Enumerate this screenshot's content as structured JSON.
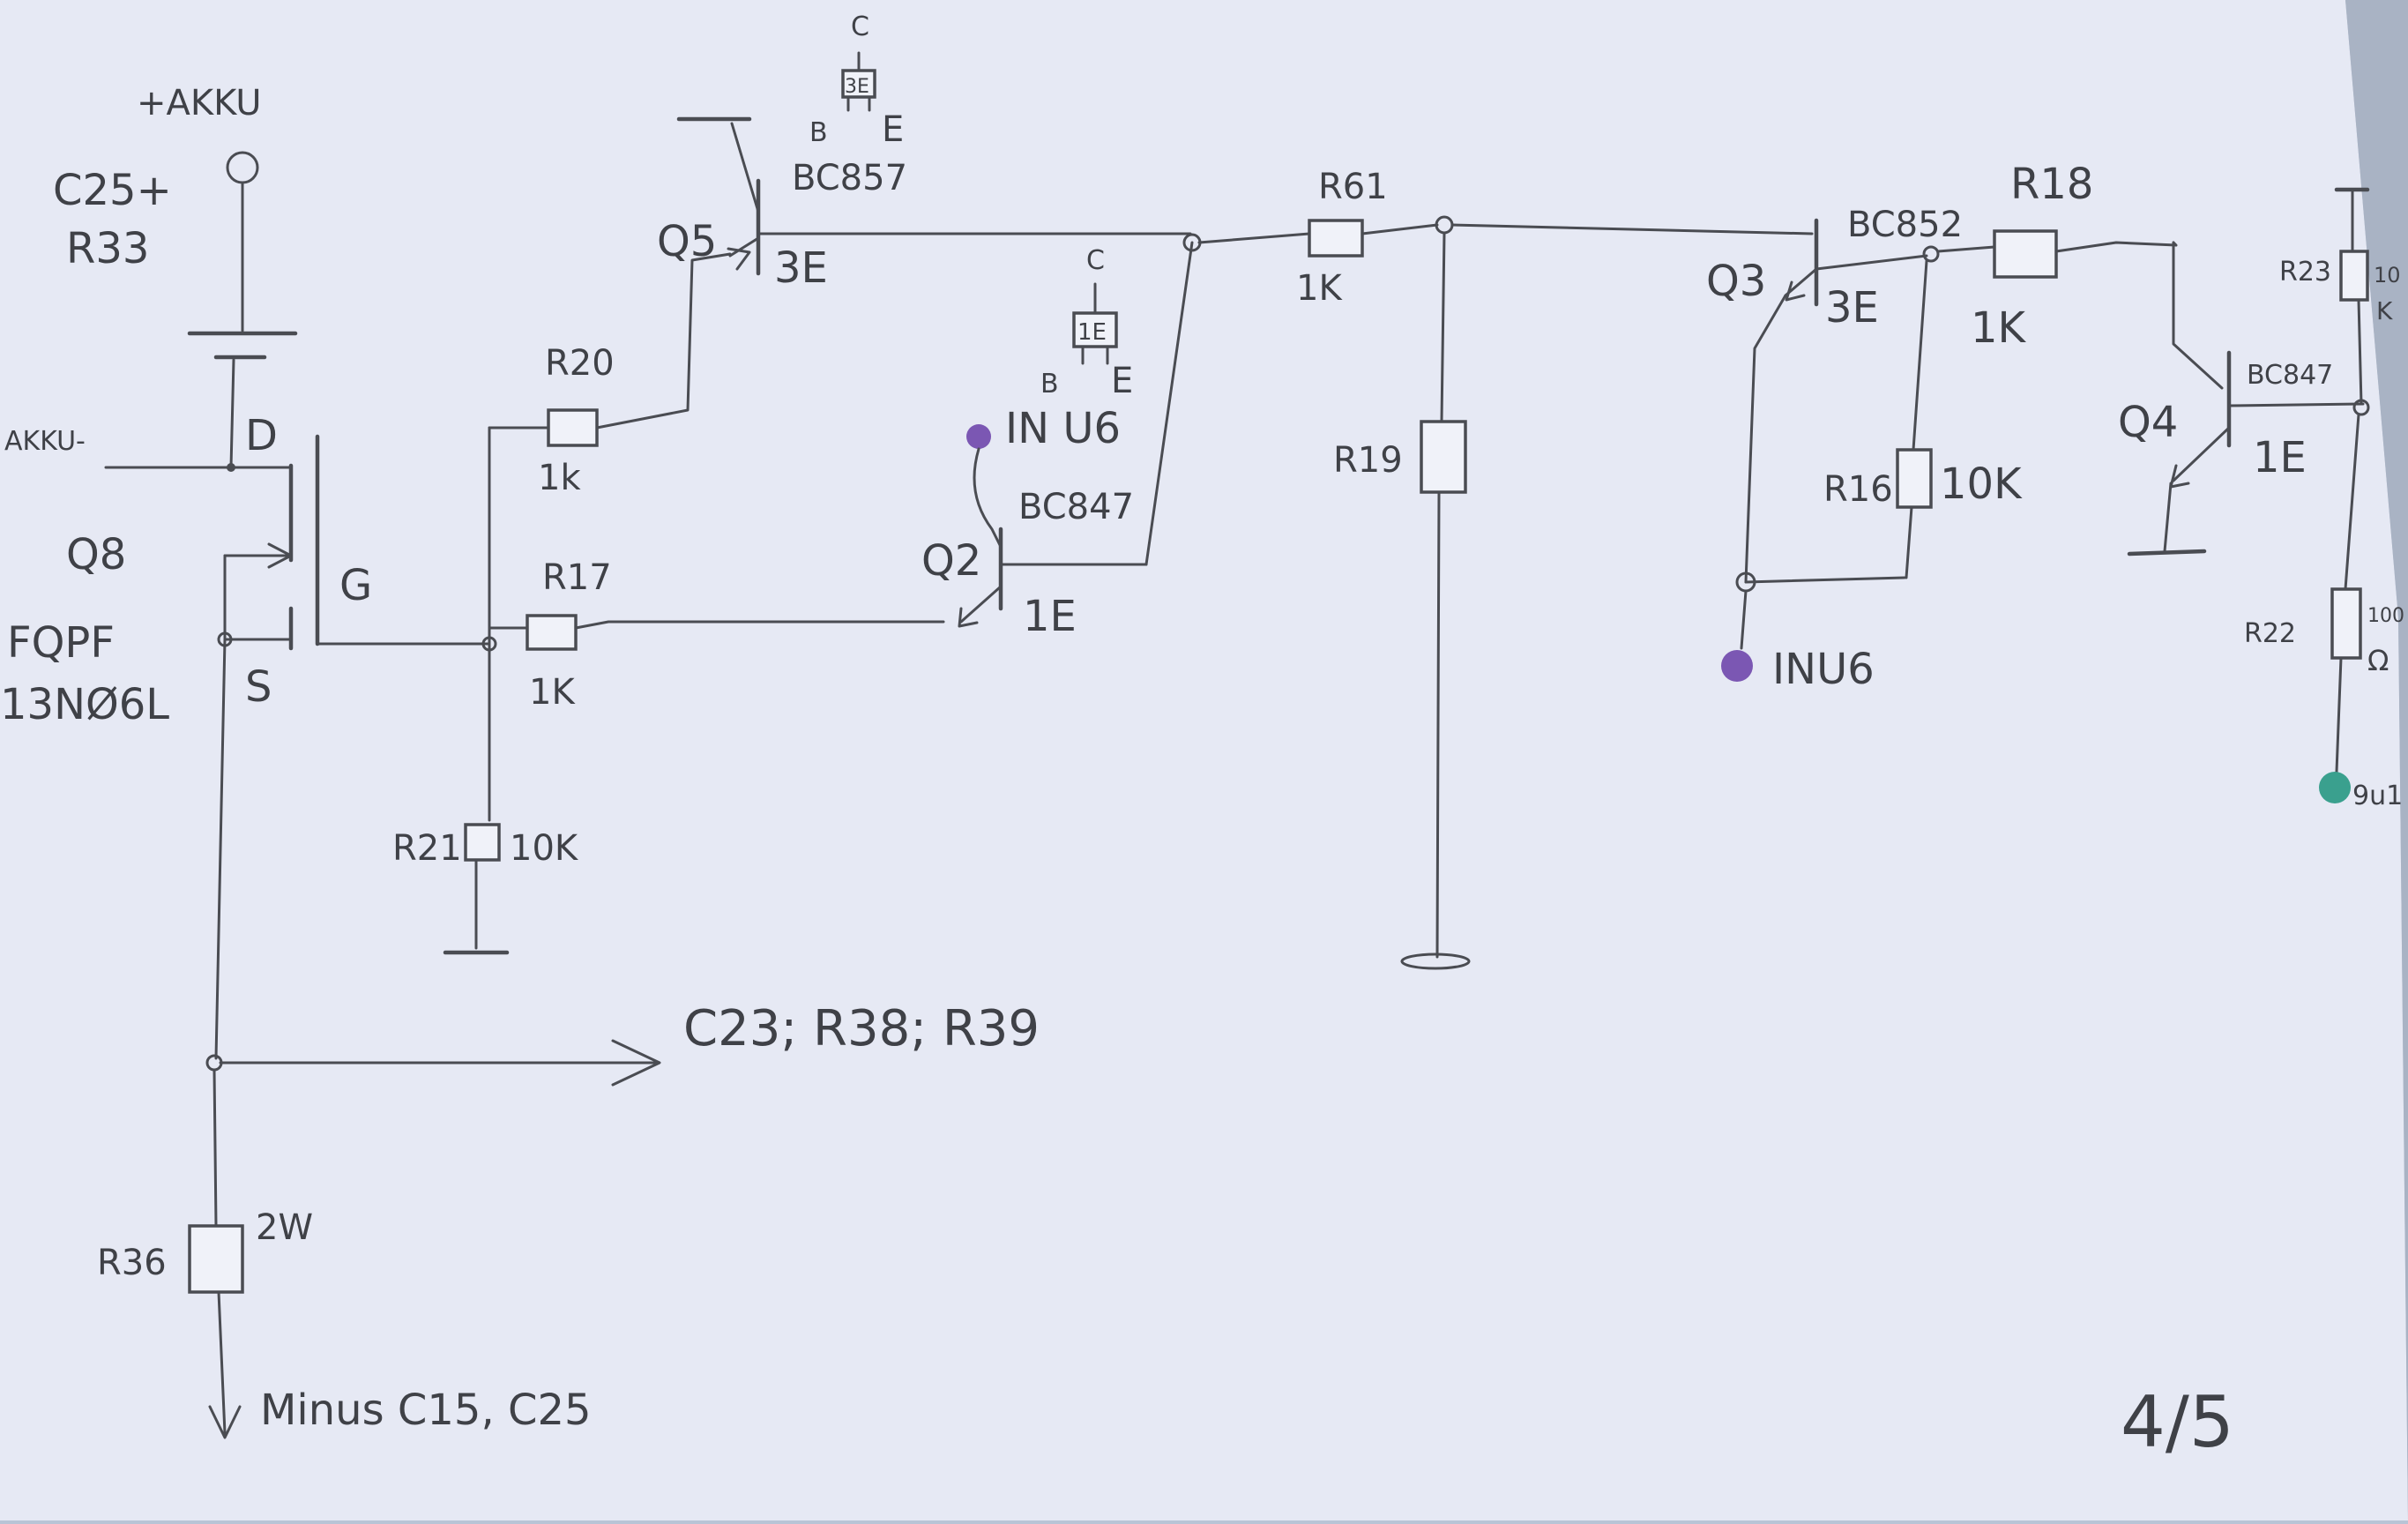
{
  "colors": {
    "paper": "#e6e9f4",
    "pencil": "#4a4c52",
    "purple_pad": "#7b57b3",
    "teal_pad": "#3aa08e"
  },
  "labels": {
    "akku_plus": "+AKKU",
    "c25_plus": "C25+",
    "r33": "R33",
    "akku_minus": "AKKU-",
    "drain": "D",
    "q8": "Q8",
    "q8_type_1": "FQPF",
    "q8_type_2": "13NØ6L",
    "gate": "G",
    "source": "S",
    "r20": "R20",
    "r20_val": "1k",
    "r17": "R17",
    "r17_val": "1K",
    "r21": "R21",
    "r21_val": "10K",
    "q5": "Q5",
    "q5_code": "3E",
    "q5_type": "BC857",
    "q5_pkg_c": "C",
    "q5_pkg_code": "3E",
    "q5_pkg_b": "B",
    "q5_pkg_e": "E",
    "q2_pkg_c": "C",
    "q2_pkg_code": "1E",
    "q2_pkg_b": "B",
    "q2_pkg_e": "E",
    "in_u6_left": "IN U6",
    "q2": "Q2",
    "q2_type": "BC847",
    "q2_code": "1E",
    "r61": "R61",
    "r61_val": "1K",
    "r19": "R19",
    "q3": "Q3",
    "q3_type": "BC852",
    "q3_code": "3E",
    "r18": "R18",
    "r18_val": "1K",
    "r16": "R16",
    "r16_val": "10K",
    "in_u6_right": "INU6",
    "r23": "R23",
    "r23_val_1": "10",
    "r23_val_2": "K",
    "q4": "Q4",
    "q4_type": "BC847",
    "q4_code": "1E",
    "r22": "R22",
    "r22_val_1": "100",
    "r22_val_2": "Ω",
    "out_pad": "9u1",
    "branch_note": "C23; R38; R39",
    "r36": "R36",
    "r36_val": "2W",
    "minus_note": "Minus C15, C25",
    "page_num": "4/5"
  }
}
